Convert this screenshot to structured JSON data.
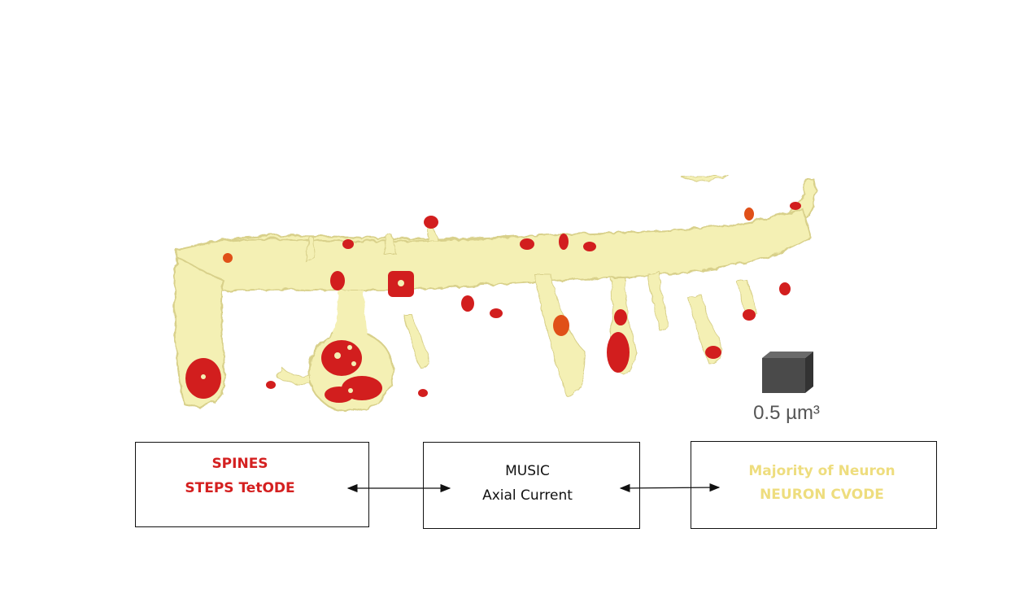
{
  "figure": {
    "scale_label": "0.5 µm³",
    "colors": {
      "dendrite": "#f4f0b4",
      "dendrite_edge": "#d8d08a",
      "spine": "#d21e1e",
      "cube": "#4a4a4a"
    }
  },
  "boxes": {
    "spines": {
      "line1": "SPINES",
      "line2": "STEPS TetODE",
      "color": "#d42020"
    },
    "music": {
      "line1": "MUSIC",
      "line2": "Axial Current",
      "color": "#111111"
    },
    "neuron": {
      "line1": "Majority of Neuron",
      "line2": "NEURON CVODE",
      "color": "#eedd7e"
    }
  }
}
